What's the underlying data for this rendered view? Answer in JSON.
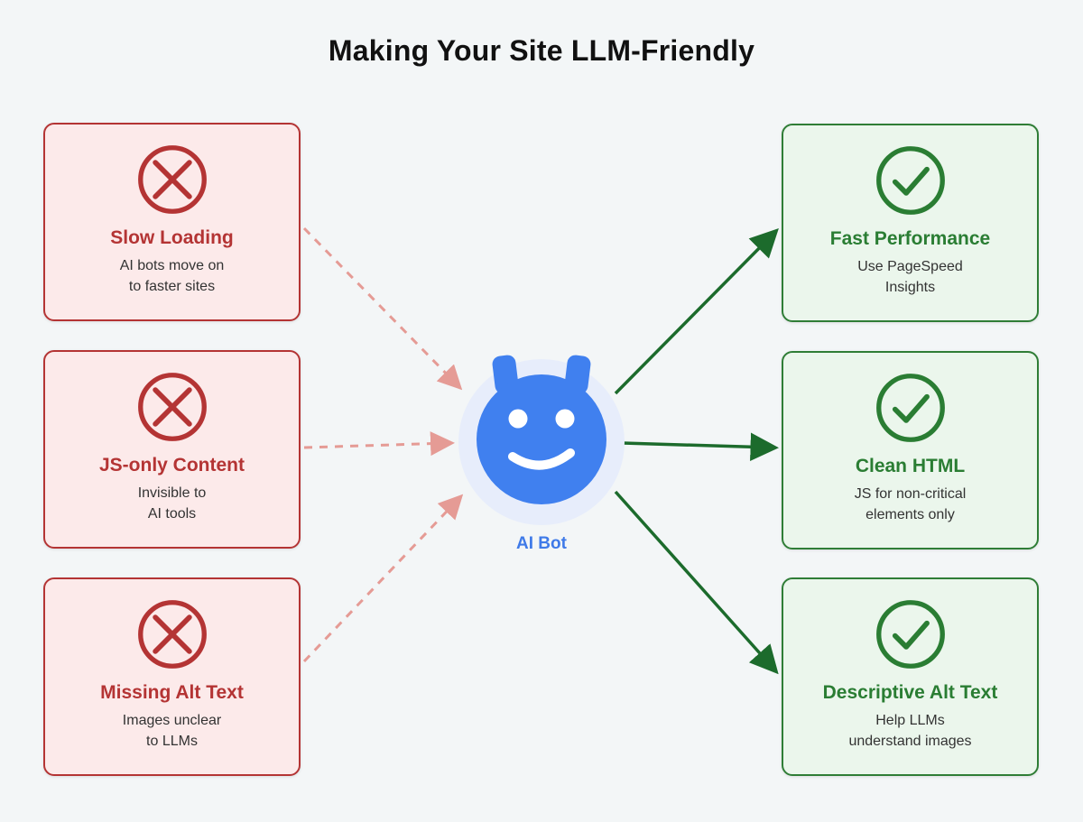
{
  "title": "Making Your Site LLM-Friendly",
  "bot": {
    "label": "AI Bot"
  },
  "problems": [
    {
      "title": "Slow Loading",
      "line1": "AI bots move on",
      "line2": "to faster sites"
    },
    {
      "title": "JS-only Content",
      "line1": "Invisible to",
      "line2": "AI tools"
    },
    {
      "title": "Missing Alt Text",
      "line1": "Images unclear",
      "line2": "to LLMs"
    }
  ],
  "solutions": [
    {
      "title": "Fast Performance",
      "line1": "Use PageSpeed",
      "line2": "Insights"
    },
    {
      "title": "Clean HTML",
      "line1": "JS for non-critical",
      "line2": "elements only"
    },
    {
      "title": "Descriptive Alt Text",
      "line1": "Help LLMs",
      "line2": "understand images"
    }
  ],
  "colors": {
    "background": "#f3f6f7",
    "problem_border": "#b43434",
    "problem_fill": "#fceaea",
    "solution_border": "#2f7d36",
    "solution_fill": "#ebf6ec",
    "dashed_arrow": "#e59b95",
    "solid_arrow": "#1c6b2c",
    "bot_blue": "#4080ef",
    "bot_halo": "#e7edfb",
    "body_text": "#333333",
    "title_text": "#111111"
  },
  "icons": {
    "problem": "cross-in-circle",
    "solution": "check-in-circle",
    "center": "robot-face"
  }
}
